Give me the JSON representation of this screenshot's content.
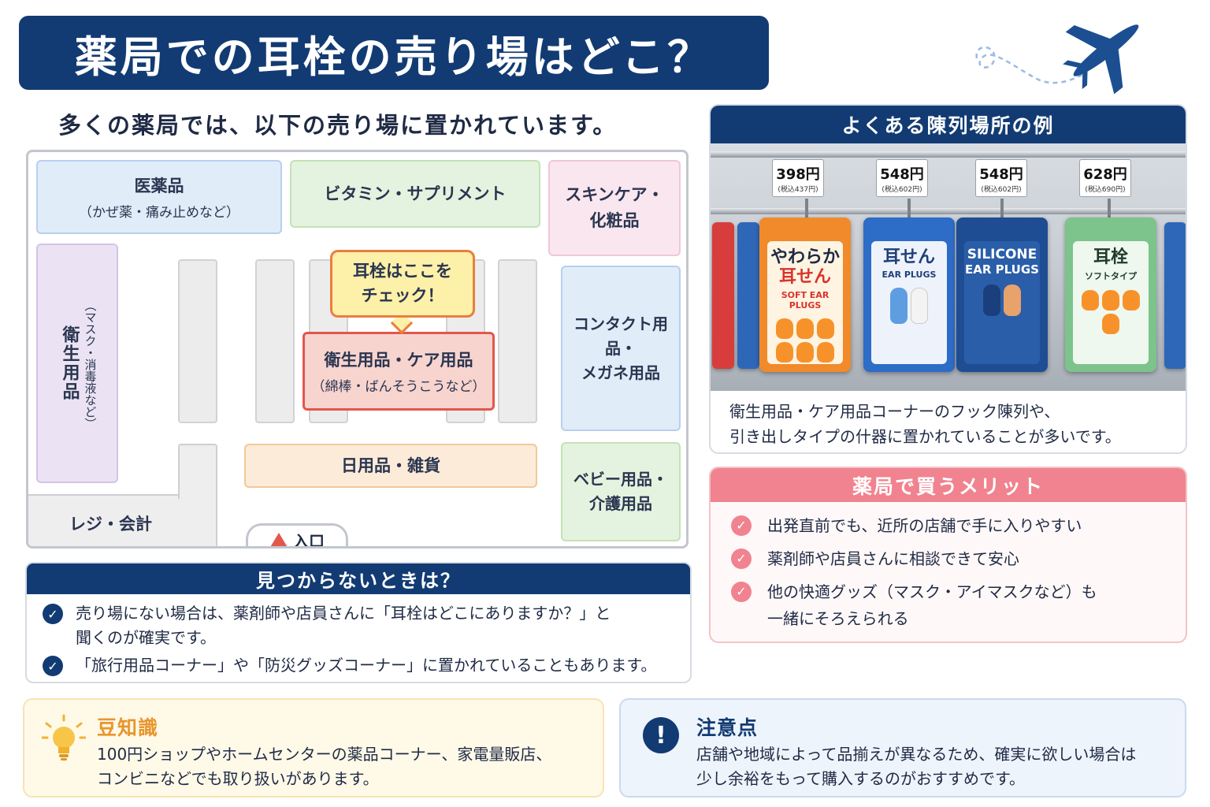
{
  "page": {
    "title": "薬局での耳栓の売り場はどこ？",
    "subtitle": "多くの薬局では、以下の売り場に置かれています。"
  },
  "floor_map": {
    "zones": {
      "medicine": {
        "name": "医薬品",
        "detail": "（かぜ薬・痛み止めなど）"
      },
      "vitamin": {
        "name": "ビタミン・サプリメント"
      },
      "skincare": {
        "name_line1": "スキンケア・",
        "name_line2": "化粧品"
      },
      "hygiene_left": {
        "name": "衛生用品",
        "detail": "（マスク・消毒液など）"
      },
      "contact": {
        "name_line1": "コンタクト用品・",
        "name_line2": "メガネ用品"
      },
      "care": {
        "name": "衛生用品・ケア用品",
        "detail": "（綿棒・ばんそうこうなど）"
      },
      "daily": {
        "name": "日用品・雑貨"
      },
      "baby": {
        "name_line1": "ベビー用品・",
        "name_line2": "介護用品"
      },
      "register": {
        "name": "レジ・会計"
      }
    },
    "callout": {
      "line1": "耳栓はここを",
      "line2": "チェック！"
    },
    "entrance": "入口"
  },
  "not_found": {
    "heading": "見つからないときは？",
    "items": [
      {
        "line1": "売り場にない場合は、薬剤師や店員さんに「耳栓はどこにありますか？」と",
        "line2": "聞くのが確実です。"
      },
      {
        "line1": "「旅行用品コーナー」や「防災グッズコーナー」に置かれていることもあります。"
      }
    ]
  },
  "display_example": {
    "heading": "よくある陳列場所の例",
    "price_tags": [
      {
        "price": "398円",
        "tax": "(税込437円)"
      },
      {
        "price": "548円",
        "tax": "(税込602円)"
      },
      {
        "price": "548円",
        "tax": "(税込602円)"
      },
      {
        "price": "628円",
        "tax": "(税込690円)"
      }
    ],
    "packages": [
      {
        "name_line1": "やわらか",
        "name_line2": "耳せん",
        "sub": "SOFT EAR PLUGS"
      },
      {
        "name_line1": "耳せん",
        "name_line2": "",
        "sub": "EAR PLUGS"
      },
      {
        "name_line1": "SILICONE",
        "name_line2": "EAR PLUGS",
        "sub": ""
      },
      {
        "name_line1": "耳栓",
        "name_line2": "",
        "sub": "ソフトタイプ"
      }
    ],
    "caption_line1": "衛生用品・ケア用品コーナーのフック陳列や、",
    "caption_line2": "引き出しタイプの什器に置かれていることが多いです。"
  },
  "merits": {
    "heading": "薬局で買うメリット",
    "items": [
      {
        "line1": "出発直前でも、近所の店舗で手に入りやすい"
      },
      {
        "line1": "薬剤師や店員さんに相談できて安心"
      },
      {
        "line1": "他の快適グッズ（マスク・アイマスクなど）も",
        "line2": "一緒にそろえられる"
      }
    ]
  },
  "trivia": {
    "title": "豆知識",
    "line1": "100円ショップやホームセンターの薬品コーナー、家電量販店、",
    "line2": "コンビニなどでも取り扱いがあります。"
  },
  "caution": {
    "title": "注意点",
    "line1": "店舗や地域によって品揃えが異なるため、確実に欲しい場合は",
    "line2": "少し余裕をもって購入するのがおすすめです。"
  },
  "colors": {
    "navy": "#123b73",
    "highlight_red": "#e2574c",
    "merit_pink": "#f0838f",
    "trivia_orange": "#e8962e"
  },
  "icons": [
    "airplane-icon",
    "light-bulb-icon",
    "exclamation-icon",
    "check-icon"
  ]
}
